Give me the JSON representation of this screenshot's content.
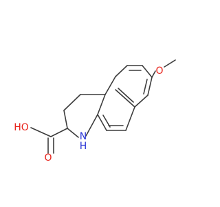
{
  "molecule": {
    "atom_labels": {
      "methoxy_oxygen": "O",
      "hydroxyl": "HO",
      "carbonyl_oxygen": "O",
      "amine": "N",
      "amine_hydrogen": "H"
    },
    "colors": {
      "bond": "#3c3c3c",
      "oxygen": "#e8241c",
      "nitrogen": "#2a35d6",
      "background": "#ffffff"
    }
  }
}
